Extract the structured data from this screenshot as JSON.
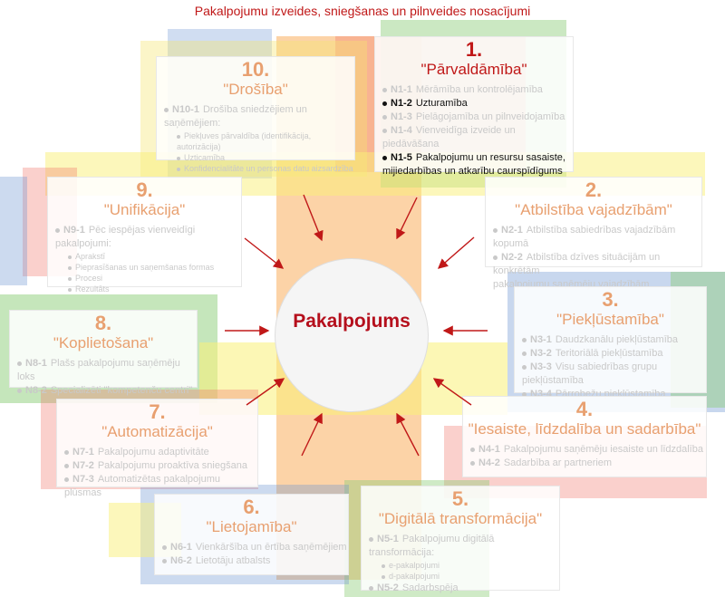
{
  "title": "Pakalpojumu izveides, sniegšanas un pilnveides nosacījumi",
  "center": "Pakalpojums",
  "colors": {
    "accent": "#c01818",
    "highlight": "#111111",
    "muted": "#c9c9c9",
    "arrow": "#c01818"
  },
  "panels": [
    {
      "num": "1.",
      "title": "\"Pārvaldāmība\"",
      "items": [
        {
          "code": "N1-1",
          "text": "Mērāmība un kontrolējamība"
        },
        {
          "code": "N1-2",
          "text": "Uzturamība"
        },
        {
          "code": "N1-3",
          "text": "Pielāgojamība un pilnveidojamība"
        },
        {
          "code": "N1-4",
          "text": "Vienveidīga izveide un piedāvāšana"
        },
        {
          "code": "N1-5",
          "text": "Pakalpojumu un resursu sasaiste,",
          "text2": "mijiedarbības un atkarību caurspīdīgums"
        }
      ]
    },
    {
      "num": "2.",
      "title": "\"Atbilstība vajadzībām\"",
      "items": [
        {
          "code": "N2-1",
          "text": "Atbilstība sabiedrības vajadzībām kopumā"
        },
        {
          "code": "N2-2",
          "text": "Atbilstība dzīves situācijām un konkrētām",
          "text2": "pakalpojumu saņēmēju vajadzībām"
        }
      ]
    },
    {
      "num": "3.",
      "title": "\"Piekļūstamība\"",
      "items": [
        {
          "code": "N3-1",
          "text": "Daudzkanālu piekļūstamība"
        },
        {
          "code": "N3-2",
          "text": "Teritoriālā piekļūstamība"
        },
        {
          "code": "N3-3",
          "text": "Visu sabiedrības grupu piekļūstamība"
        },
        {
          "code": "N3-4",
          "text": "Pārrobežu piekļūstamība"
        }
      ]
    },
    {
      "num": "4.",
      "title": "\"Iesaiste, līdzdalība un sadarbība\"",
      "items": [
        {
          "code": "N4-1",
          "text": "Pakalpojumu saņēmēju iesaiste un līdzdalība"
        },
        {
          "code": "N4-2",
          "text": "Sadarbība ar partneriem"
        }
      ]
    },
    {
      "num": "5.",
      "title": "\"Digitālā transformācija\"",
      "items": [
        {
          "code": "N5-1",
          "text": "Pakalpojumu digitālā transformācija:",
          "subs": [
            "e-pakalpojumi",
            "d-pakalpojumi"
          ]
        },
        {
          "code": "N5-2",
          "text": "Sadarbspēja"
        }
      ]
    },
    {
      "num": "6.",
      "title": "\"Lietojamība\"",
      "items": [
        {
          "code": "N6-1",
          "text": "Vienkāršība un ērtība saņēmējiem"
        },
        {
          "code": "N6-2",
          "text": "Lietotāju atbalsts"
        }
      ]
    },
    {
      "num": "7.",
      "title": "\"Automatizācija\"",
      "items": [
        {
          "code": "N7-1",
          "text": "Pakalpojumu adaptivitāte"
        },
        {
          "code": "N7-2",
          "text": "Pakalpojumu proaktīva sniegšana"
        },
        {
          "code": "N7-3",
          "text": "Automatizētas pakalpojumu plūsmas"
        }
      ]
    },
    {
      "num": "8.",
      "title": "\"Koplietošana\"",
      "items": [
        {
          "code": "N8-1",
          "text": "Plašs pakalpojumu saņēmēju loks"
        },
        {
          "code": "N8-2",
          "text": "Specializēti \"kompetenču centri\""
        }
      ]
    },
    {
      "num": "9.",
      "title": "\"Unifikācija\"",
      "items": [
        {
          "code": "N9-1",
          "text": "Pēc iespējas vienveidīgi pakalpojumi:",
          "subs": [
            "Aprakstī",
            "Pieprasīšanas un saņemšanas formas",
            "Procesi",
            "Rezultāts"
          ]
        }
      ]
    },
    {
      "num": "10.",
      "title": "\"Drošība\"",
      "items": [
        {
          "code": "N10-1",
          "text": "Drošība sniedzējiem un saņēmējiem:",
          "subs": [
            "Piekļuves pārvaldība (identifikācija, autorizācija)",
            "Uzticamība",
            "Konfidencialitāte un personas datu aizsardzība"
          ]
        }
      ]
    }
  ]
}
